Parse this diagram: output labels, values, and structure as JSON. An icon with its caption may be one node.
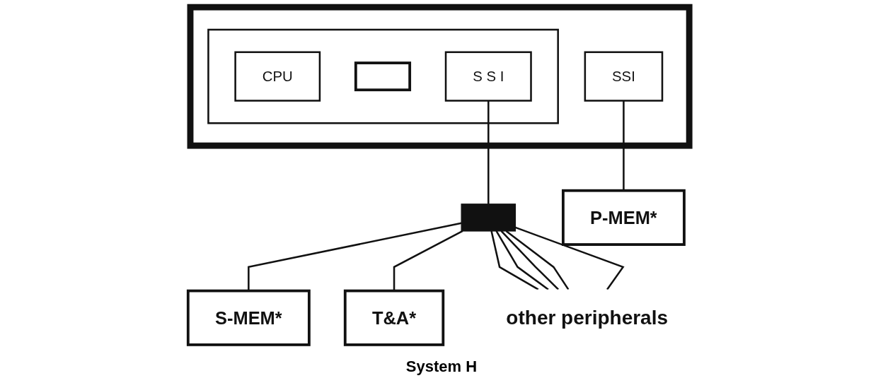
{
  "diagram": {
    "caption": "System H",
    "nodes": [
      {
        "text": [],
        "shape": "box"
      },
      {
        "text": [],
        "shape": "box",
        "in": 0
      },
      {
        "text": [
          "CPU"
        ],
        "in": 1
      },
      {
        "text": [],
        "shape": "box",
        "in": 1
      },
      {
        "text": [
          "S S I"
        ],
        "in": 1
      },
      {
        "text": [
          "SSI"
        ],
        "in": 0
      },
      {
        "text": [],
        "shape": "bar"
      },
      {
        "text": [
          "S-MEM*"
        ]
      },
      {
        "text": [
          "T&A*"
        ]
      },
      {
        "text": [
          "other peripherals"
        ]
      },
      {
        "text": [
          "P-MEM*"
        ]
      }
    ],
    "edges": [
      {
        "from": 4,
        "to": 6,
        "arrow": "none"
      },
      {
        "from": 6,
        "to": 7,
        "arrow": "none"
      },
      {
        "from": 6,
        "to": 8,
        "arrow": "none"
      },
      {
        "from": 6,
        "to": 9,
        "arrow": "none"
      },
      {
        "from": 6,
        "to": 9,
        "arrow": "none"
      },
      {
        "from": 6,
        "to": 9,
        "arrow": "none"
      },
      {
        "from": 6,
        "to": 9,
        "arrow": "none"
      },
      {
        "from": 6,
        "to": 9,
        "arrow": "none"
      },
      {
        "from": 5,
        "to": 10,
        "arrow": "none"
      }
    ]
  }
}
